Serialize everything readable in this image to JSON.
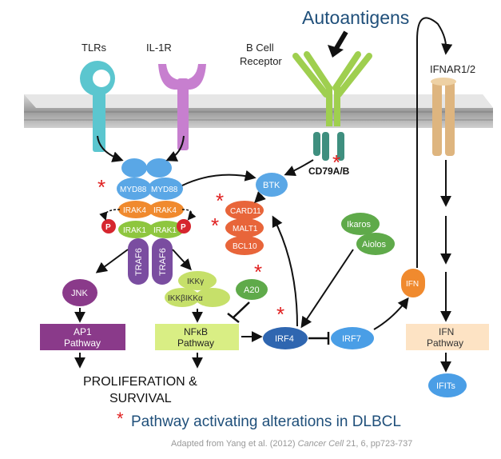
{
  "title": "Autoantigens",
  "receptors": {
    "tlrs": "TLRs",
    "il1r": "IL-1R",
    "bcr_line1": "B Cell",
    "bcr_line2": "Receptor",
    "ifnar": "IFNAR1/2",
    "cd79": "CD79A/B"
  },
  "nodes": {
    "myd88_a": "MYD88",
    "myd88_b": "MYD88",
    "irak4_a": "IRAK4",
    "irak4_b": "IRAK4",
    "irak1_a": "IRAK1",
    "irak1_b": "IRAK1",
    "p_left": "P",
    "p_right": "P",
    "traf6_a": "TRAF6",
    "traf6_b": "TRAF6",
    "btk": "BTK",
    "card11": "CARD11",
    "malt1": "MALT1",
    "bcl10": "BCL10",
    "ikaros": "Ikaros",
    "aiolos": "Aiolos",
    "jnk": "JNK",
    "ikk_g": "IKKγ",
    "ikk_ba": "IKKβIKKα",
    "a20": "A20",
    "ifn": "IFN",
    "irf4": "IRF4",
    "irf7": "IRF7",
    "ifits": "IFITs"
  },
  "pathways": {
    "ap1_line1": "AP1",
    "ap1_line2": "Pathway",
    "nfkb_line1": "NFκB",
    "nfkb_line2": "Pathway",
    "ifn_line1": "IFN",
    "ifn_line2": "Pathway"
  },
  "outcome_line1": "PROLIFERATION &",
  "outcome_line2": "SURVIVAL",
  "legend": {
    "mark": "*",
    "text": "Pathway activating alterations in DLBCL"
  },
  "citation": {
    "before": "Adapted from Yang et al. (2012) ",
    "journal": "Cancer Cell",
    "after": " 21, 6, pp723-737"
  },
  "colors": {
    "tlr": "#5bc6cf",
    "il1r": "#c77fcf",
    "bcr": "#9fcf4f",
    "cd79": "#3f8f7f",
    "ifnar": "#deb57f",
    "myd88": "#5aa7e6",
    "irak4": "#f08a2e",
    "irak1": "#8ec63f",
    "traf6": "#7a4da0",
    "btk": "#5aa7e6",
    "card": "#e8653a",
    "ikaros": "#5faa4a",
    "jnk": "#8a3a8a",
    "ikk": "#c6e06a",
    "a20": "#5faa4a",
    "ifn": "#f08a2e",
    "irf4": "#2f66b0",
    "irf7": "#4a9ee6",
    "ifits": "#4a9ee6",
    "ap1": "#8a3a8a",
    "nfkb": "#d9ee84",
    "ifnpath": "#fde3c4",
    "star": "#e02020",
    "title": "#1f4f7a"
  }
}
